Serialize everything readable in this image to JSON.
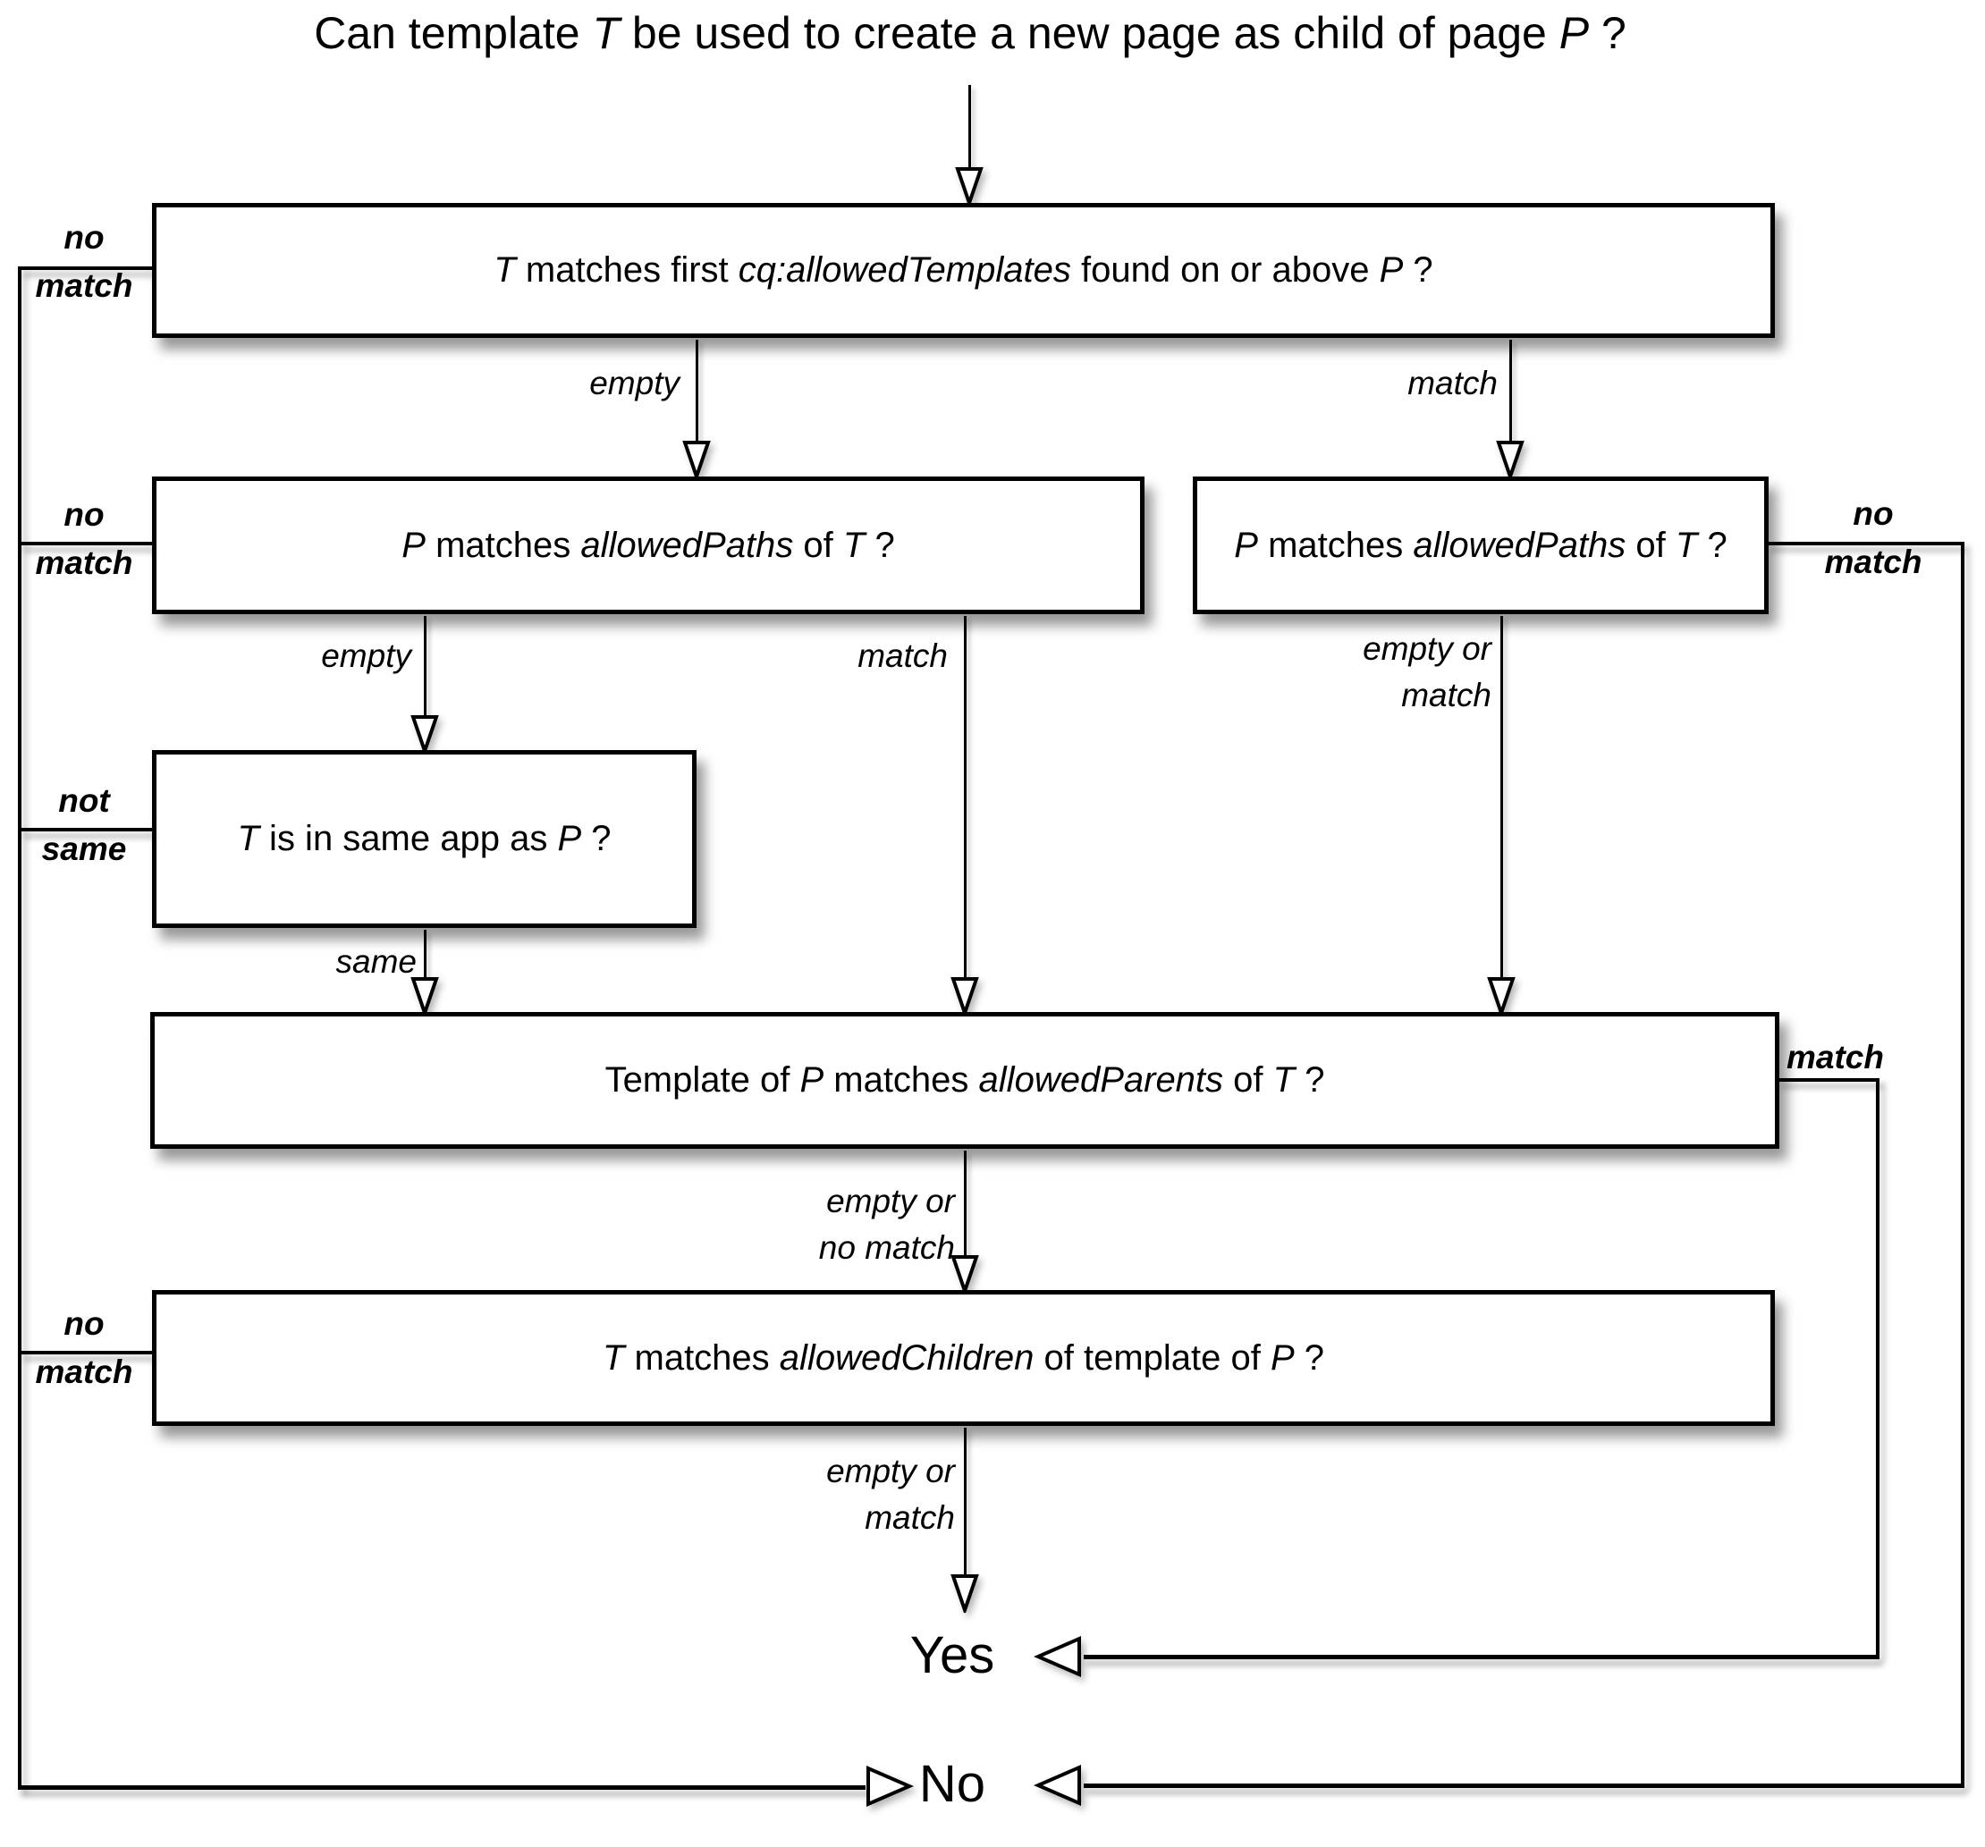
{
  "title": {
    "segments": [
      {
        "t": "Can template ",
        "i": false
      },
      {
        "t": "T",
        "i": true
      },
      {
        "t": " be used to create a new page as child of page ",
        "i": false
      },
      {
        "t": "P",
        "i": true
      },
      {
        "t": " ?",
        "i": false
      }
    ]
  },
  "boxes": [
    {
      "id": "allowed-templates",
      "segments": [
        {
          "t": "T",
          "i": true
        },
        {
          "t": " matches first ",
          "i": false
        },
        {
          "t": "cq:allowedTemplates",
          "i": true
        },
        {
          "t": " found on or above ",
          "i": false
        },
        {
          "t": "P",
          "i": true
        },
        {
          "t": " ?",
          "i": false
        }
      ]
    },
    {
      "id": "allowed-paths-left",
      "segments": [
        {
          "t": "P",
          "i": true
        },
        {
          "t": " matches ",
          "i": false
        },
        {
          "t": "allowedPaths",
          "i": true
        },
        {
          "t": " of ",
          "i": false
        },
        {
          "t": "T",
          "i": true
        },
        {
          "t": " ?",
          "i": false
        }
      ]
    },
    {
      "id": "allowed-paths-right",
      "segments": [
        {
          "t": "P",
          "i": true
        },
        {
          "t": " matches ",
          "i": false
        },
        {
          "t": "allowedPaths",
          "i": true
        },
        {
          "t": " of ",
          "i": false
        },
        {
          "t": "T",
          "i": true
        },
        {
          "t": " ?",
          "i": false
        }
      ]
    },
    {
      "id": "same-app",
      "segments": [
        {
          "t": "T",
          "i": true
        },
        {
          "t": " is in same app as ",
          "i": false
        },
        {
          "t": "P",
          "i": true
        },
        {
          "t": " ?",
          "i": false
        }
      ]
    },
    {
      "id": "allowed-parents",
      "segments": [
        {
          "t": "Template of ",
          "i": false
        },
        {
          "t": "P",
          "i": true
        },
        {
          "t": " matches ",
          "i": false
        },
        {
          "t": "allowedParents",
          "i": true
        },
        {
          "t": " of ",
          "i": false
        },
        {
          "t": "T",
          "i": true
        },
        {
          "t": " ?",
          "i": false
        }
      ]
    },
    {
      "id": "allowed-children",
      "segments": [
        {
          "t": "T",
          "i": true
        },
        {
          "t": " matches ",
          "i": false
        },
        {
          "t": "allowedChildren",
          "i": true
        },
        {
          "t": " of template of ",
          "i": false
        },
        {
          "t": "P",
          "i": true
        },
        {
          "t": " ?",
          "i": false
        }
      ]
    }
  ],
  "edge_labels": [
    {
      "id": "b1-no-match",
      "lines": [
        "no",
        "match"
      ]
    },
    {
      "id": "b1-empty",
      "lines": [
        "empty"
      ]
    },
    {
      "id": "b1-match",
      "lines": [
        "match"
      ]
    },
    {
      "id": "b2-no-match",
      "lines": [
        "no",
        "match"
      ]
    },
    {
      "id": "b2-empty",
      "lines": [
        "empty"
      ]
    },
    {
      "id": "b2-match",
      "lines": [
        "match"
      ]
    },
    {
      "id": "b3-no-match",
      "lines": [
        "no",
        "match"
      ]
    },
    {
      "id": "b3-empty-or-match",
      "lines": [
        "empty or",
        "match"
      ]
    },
    {
      "id": "b4-not-same",
      "lines": [
        "not",
        "same"
      ]
    },
    {
      "id": "b4-same",
      "lines": [
        "same"
      ]
    },
    {
      "id": "b5-match",
      "lines": [
        "match"
      ]
    },
    {
      "id": "b5-empty-or-no-match",
      "lines": [
        "empty or",
        "no match"
      ]
    },
    {
      "id": "b6-no-match",
      "lines": [
        "no",
        "match"
      ]
    },
    {
      "id": "b6-empty-or-match",
      "lines": [
        "empty or",
        "match"
      ]
    }
  ],
  "terminals": {
    "yes": "Yes",
    "no": "No"
  },
  "colors": {
    "background": "#ffffff",
    "line": "#000000",
    "box_fill": "#ffffff",
    "text": "#000000"
  }
}
